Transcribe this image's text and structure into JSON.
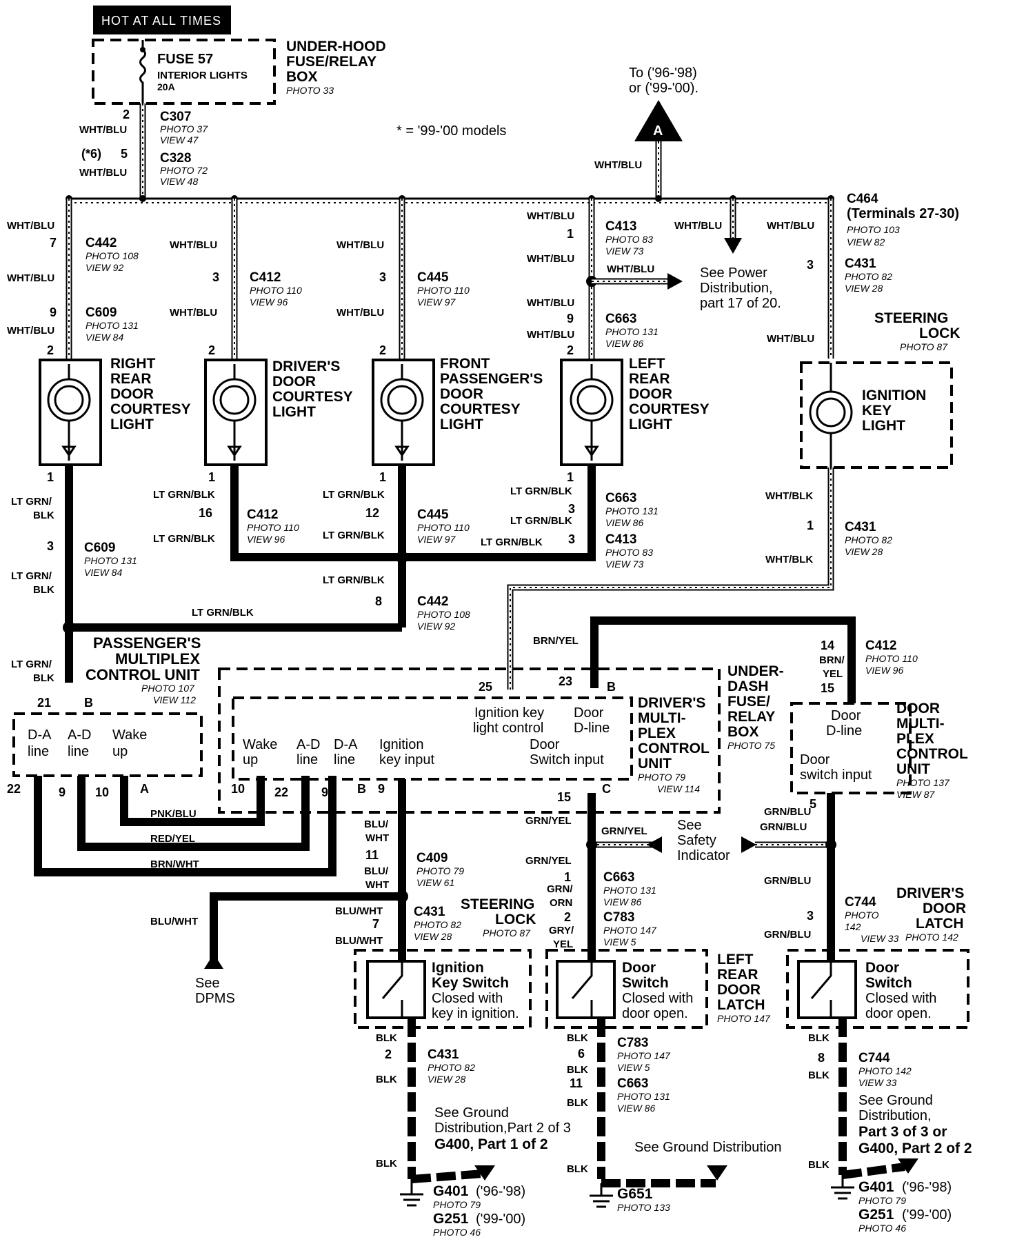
{
  "header": {
    "hot_label": "HOT AT ALL TIMES"
  },
  "fuse": {
    "name": "FUSE 57",
    "desc": "INTERIOR LIGHTS",
    "rating": "20A",
    "box_l1": "UNDER-HOOD",
    "box_l2": "FUSE/RELAY",
    "box_l3": "BOX",
    "box_photo": "PHOTO 33"
  },
  "note": {
    "models": "* = '99-'00 models",
    "to_l1": "To ('96-'98)",
    "to_l2": "or ('99-'00).",
    "ref_a": "A"
  },
  "top_connectors": {
    "c307": {
      "pin": "2",
      "name": "C307",
      "photo": "PHOTO 37",
      "view": "VIEW 47"
    },
    "c328": {
      "mark": "(*6)",
      "pin": "5",
      "name": "C328",
      "photo": "PHOTO 72",
      "view": "VIEW 48"
    },
    "c464": {
      "name": "C464",
      "terminals": "(Terminals 27-30)",
      "photo": "PHOTO 103",
      "view": "VIEW 82"
    }
  },
  "wires": {
    "wht_blu": "WHT/BLU",
    "lt_grn_blk": "LT GRN/BLK",
    "lt_grn": "LT GRN/",
    "blk_part": "BLK",
    "brn_yel": "BRN/YEL",
    "brn": "BRN/",
    "yel": "YEL",
    "wht_blk": "WHT/BLK",
    "pnk_blu": "PNK/BLU",
    "red_yel": "RED/YEL",
    "brn_wht": "BRN/WHT",
    "blu": "BLU/",
    "wht": "WHT",
    "blu_wht": "BLU/WHT",
    "grn_yel": "GRN/YEL",
    "grn": "GRN/",
    "orn": "ORN",
    "gry": "GRY/",
    "grn_blu": "GRN/BLU",
    "blk": "BLK"
  },
  "power_ref": {
    "l1": "See Power",
    "l2": "Distribution,",
    "l3": "part 17 of 20."
  },
  "c413": {
    "pin1": "1",
    "name": "C413",
    "photo": "PHOTO 83",
    "view": "VIEW 73",
    "pin3": "3"
  },
  "c663a": {
    "pin9": "9",
    "name": "C663",
    "photo": "PHOTO 131",
    "view": "VIEW 86",
    "pin3": "3"
  },
  "c442": {
    "pin7": "7",
    "name": "C442",
    "photo": "PHOTO 108",
    "view": "VIEW 92",
    "pin8": "8"
  },
  "c609": {
    "pin9": "9",
    "name": "C609",
    "photo": "PHOTO 131",
    "view": "VIEW 84",
    "pin3": "3"
  },
  "c412": {
    "pin3": "3",
    "name": "C412",
    "photo": "PHOTO 110",
    "view": "VIEW 96",
    "pin16": "16",
    "pin14": "14",
    "pin15": "15"
  },
  "c445": {
    "pin3": "3",
    "name": "C445",
    "photo": "PHOTO 110",
    "view": "VIEW 97",
    "pin12": "12"
  },
  "c431": {
    "pin3": "3",
    "name": "C431",
    "photo": "PHOTO 82",
    "view": "VIEW 28",
    "pin1": "1",
    "pin7": "7",
    "pin2": "2"
  },
  "lights": {
    "rr": {
      "l1": "RIGHT",
      "l2": "REAR",
      "l3": "DOOR",
      "l4": "COURTESY",
      "l5": "LIGHT",
      "p_top": "2",
      "p_bot": "1"
    },
    "dr": {
      "l1": "DRIVER'S",
      "l2": "DOOR",
      "l3": "COURTESY",
      "l4": "LIGHT",
      "p_top": "2",
      "p_bot": "1"
    },
    "fp": {
      "l1": "FRONT",
      "l2": "PASSENGER'S",
      "l3": "DOOR",
      "l4": "COURTESY",
      "l5": "LIGHT",
      "p_top": "2",
      "p_bot": "1"
    },
    "lr": {
      "l1": "LEFT",
      "l2": "REAR",
      "l3": "DOOR",
      "l4": "COURTESY",
      "l5": "LIGHT",
      "p_top": "2",
      "p_bot": "1"
    },
    "ig": {
      "l1": "IGNITION",
      "l2": "KEY",
      "l3": "LIGHT"
    }
  },
  "steering_lock_top": {
    "l1": "STEERING",
    "l2": "LOCK",
    "photo": "PHOTO 87"
  },
  "pmcu": {
    "l1": "PASSENGER'S",
    "l2": "MULTIPLEX",
    "l3": "CONTROL UNIT",
    "photo": "PHOTO 107",
    "view": "VIEW 112",
    "pin21": "21",
    "conn_b": "B",
    "da1": "D-A",
    "da2": "line",
    "ad1": "A-D",
    "ad2": "line",
    "wk1": "Wake",
    "wk2": "up",
    "pin22": "22",
    "pin9": "9",
    "pin10": "10",
    "conn_a": "A"
  },
  "dmcu": {
    "l1": "DRIVER'S",
    "l2": "MULTI-",
    "l3": "PLEX",
    "l4": "CONTROL",
    "l5": "UNIT",
    "photo": "PHOTO 79",
    "view": "VIEW 114",
    "pin25": "25",
    "pin23": "23",
    "conn_b": "B",
    "ign1": "Ignition key",
    "ign2": "light control",
    "dd1": "Door",
    "dd2": "D-line",
    "wk1": "Wake",
    "wk2": "up",
    "ad1": "A-D",
    "ad2": "line",
    "da1": "D-A",
    "da2": "line",
    "ik1": "Ignition",
    "ik2": "key input",
    "ds1": "Door",
    "ds2": "Switch input",
    "pin10": "10",
    "pin22": "22",
    "pin9a": "9",
    "conn_b2": "B",
    "pin9b": "9",
    "pin15": "15",
    "conn_c": "C"
  },
  "udbox": {
    "l1": "UNDER-",
    "l2": "DASH",
    "l3": "FUSE/",
    "l4": "RELAY",
    "l5": "BOX",
    "photo": "PHOTO 75"
  },
  "doormcu": {
    "dl1": "Door",
    "dl2": "D-line",
    "ds1": "Door",
    "ds2": "switch input",
    "l1": "DOOR",
    "l2": "MULTI-",
    "l3": "PLEX",
    "l4": "CONTROL",
    "l5": "UNIT",
    "photo": "PHOTO 137",
    "view": "VIEW 87",
    "pin5": "5"
  },
  "c412b": {
    "name": "C412",
    "photo": "PHOTO 110",
    "view": "VIEW 96"
  },
  "c431b": {
    "name": "C431",
    "photo": "PHOTO 82",
    "view": "VIEW 28"
  },
  "c409": {
    "pin11": "11",
    "name": "C409",
    "photo": "PHOTO 79",
    "view": "VIEW 61"
  },
  "safety": {
    "l1": "See",
    "l2": "Safety",
    "l3": "Indicator"
  },
  "dpms": {
    "l1": "See",
    "l2": "DPMS"
  },
  "c663b": {
    "pin1": "1",
    "name": "C663",
    "photo": "PHOTO 131",
    "view": "VIEW 86",
    "pin11": "11"
  },
  "c783": {
    "pin2": "2",
    "name": "C783",
    "photo": "PHOTO 147",
    "view": "VIEW 5",
    "pin6": "6"
  },
  "c744": {
    "pin3": "3",
    "name": "C744",
    "photo": "PHOTO",
    "photo2": "142",
    "view": "VIEW 33",
    "pin8": "8",
    "photo3": "PHOTO 142"
  },
  "switches": {
    "ign": {
      "l1": "Ignition",
      "l2": "Key Switch",
      "l3": "Closed with",
      "l4": "key in ignition."
    },
    "lr": {
      "l1": "Door",
      "l2": "Switch",
      "l3": "Closed with",
      "l4": "door open."
    },
    "dr": {
      "l1": "Door",
      "l2": "Switch",
      "l3": "Closed with",
      "l4": "door open."
    }
  },
  "steering_lock_bot": {
    "l1": "STEERING",
    "l2": "LOCK",
    "photo": "PHOTO 87"
  },
  "lr_latch": {
    "l1": "LEFT",
    "l2": "REAR",
    "l3": "DOOR",
    "l4": "LATCH",
    "photo": "PHOTO 147"
  },
  "dr_latch": {
    "l1": "DRIVER'S",
    "l2": "DOOR",
    "l3": "LATCH",
    "photo": "PHOTO 142"
  },
  "grounds": {
    "g1_ref1": "See Ground",
    "g1_ref2": "Distribution,Part 2 of 3",
    "g1_ref3": "G400, Part 1 of 2",
    "g401a": "G401",
    "g401a_yr": "('96-'98)",
    "g401a_ph": "PHOTO 79",
    "g251a": "G251",
    "g251a_yr": "('99-'00)",
    "g251a_ph": "PHOTO 46",
    "g2_ref": "See Ground Distribution",
    "g651": "G651",
    "g651_ph": "PHOTO 133",
    "g3_ref1": "See Ground",
    "g3_ref2": "Distribution,",
    "g3_ref3": "Part 3 of 3 or",
    "g3_ref4": "G400, Part 2 of 2",
    "g401b": "G401",
    "g401b_yr": "('96-'98)",
    "g401b_ph": "PHOTO 79",
    "g251b": "G251",
    "g251b_yr": "('99-'00)",
    "g251b_ph": "PHOTO 46"
  }
}
